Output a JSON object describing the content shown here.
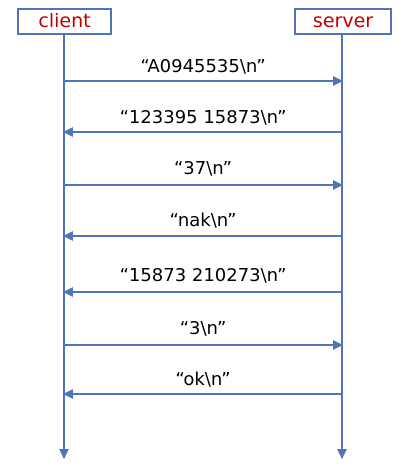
{
  "participants": {
    "client": "client",
    "server": "server"
  },
  "colors": {
    "line": "#4f74b8",
    "participant_text": "#c00000",
    "label_text": "#000000"
  },
  "messages": [
    {
      "from": "client",
      "to": "server",
      "label": "“A0945535\\n”"
    },
    {
      "from": "server",
      "to": "client",
      "label": "“123395 15873\\n”"
    },
    {
      "from": "client",
      "to": "server",
      "label": "“37\\n”"
    },
    {
      "from": "server",
      "to": "client",
      "label": "“nak\\n”"
    },
    {
      "from": "server",
      "to": "client",
      "label": "“15873 210273\\n”"
    },
    {
      "from": "client",
      "to": "server",
      "label": "“3\\n”"
    },
    {
      "from": "server",
      "to": "client",
      "label": "“ok\\n”"
    }
  ]
}
